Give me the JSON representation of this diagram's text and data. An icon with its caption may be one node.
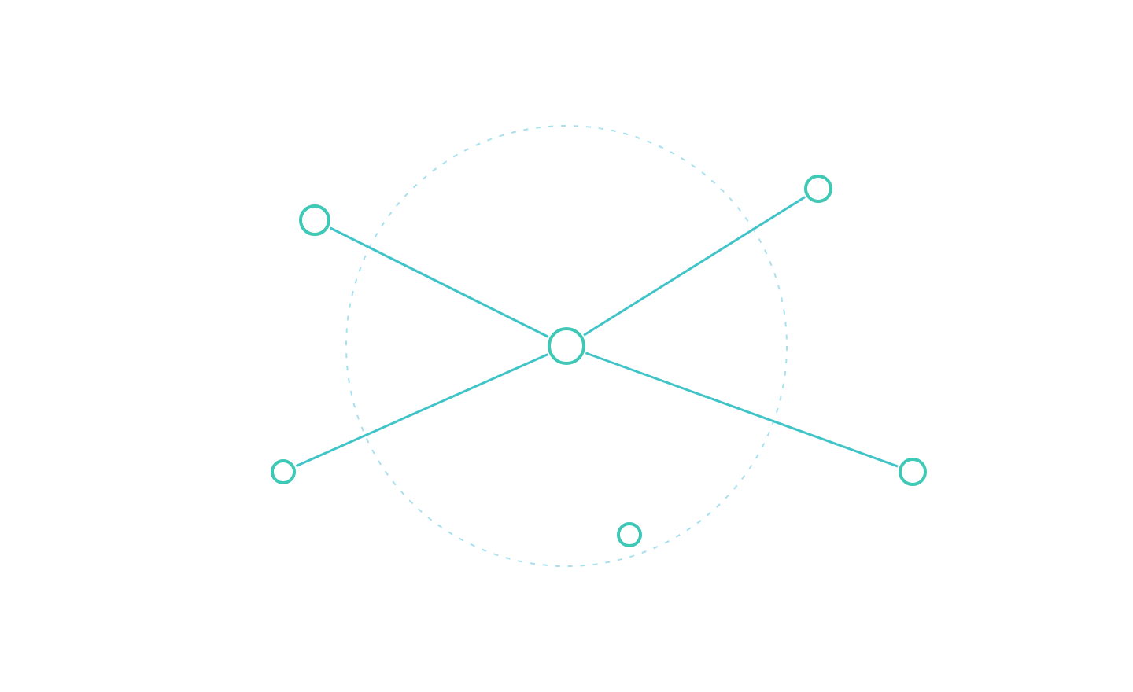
{
  "diagram": {
    "nodes": [
      {
        "text": [],
        "shape": "circle"
      },
      {
        "text": [],
        "shape": "circle"
      },
      {
        "text": [],
        "shape": "circle"
      },
      {
        "text": [],
        "shape": "circle"
      },
      {
        "text": [],
        "shape": "circle"
      },
      {
        "text": [],
        "shape": "circle"
      }
    ],
    "edges": [
      {
        "from": 1,
        "to": 2,
        "arrow": "none"
      },
      {
        "from": 0,
        "to": 2,
        "arrow": "none"
      },
      {
        "from": 3,
        "to": 2,
        "arrow": "none"
      },
      {
        "from": 2,
        "to": 4,
        "arrow": "none"
      }
    ]
  }
}
